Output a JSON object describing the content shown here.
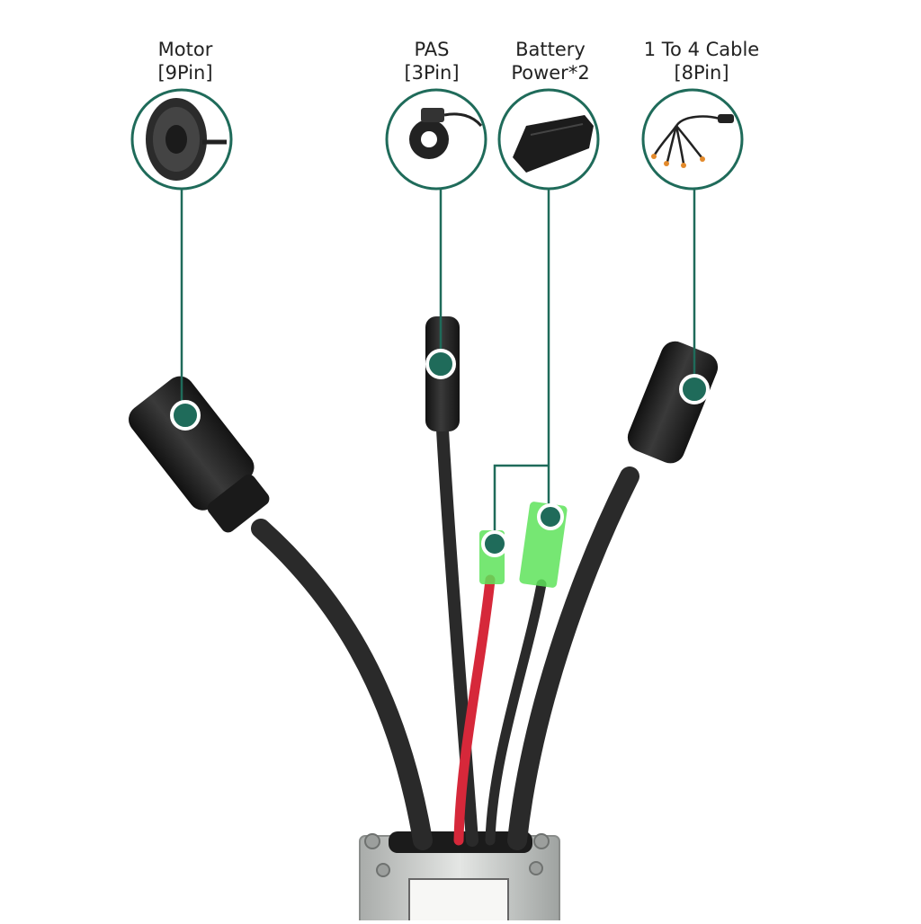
{
  "connectors": [
    {
      "id": "motor",
      "title": "Motor",
      "subtitle": "[9Pin]",
      "icon": "hub-motor-icon"
    },
    {
      "id": "pas",
      "title": "PAS",
      "subtitle": "[3Pin]",
      "icon": "pas-sensor-icon"
    },
    {
      "id": "battery",
      "title": "Battery",
      "subtitle": "Power*2",
      "icon": "battery-pack-icon"
    },
    {
      "id": "cable",
      "title": "1 To 4 Cable",
      "subtitle": "[8Pin]",
      "icon": "split-cable-icon"
    }
  ],
  "colors": {
    "accent": "#1f6b5a",
    "cable": "#2a2a2a",
    "red_wire": "#d6283a",
    "terminal": "#5ee35a",
    "housing": "#c9cbc9"
  }
}
